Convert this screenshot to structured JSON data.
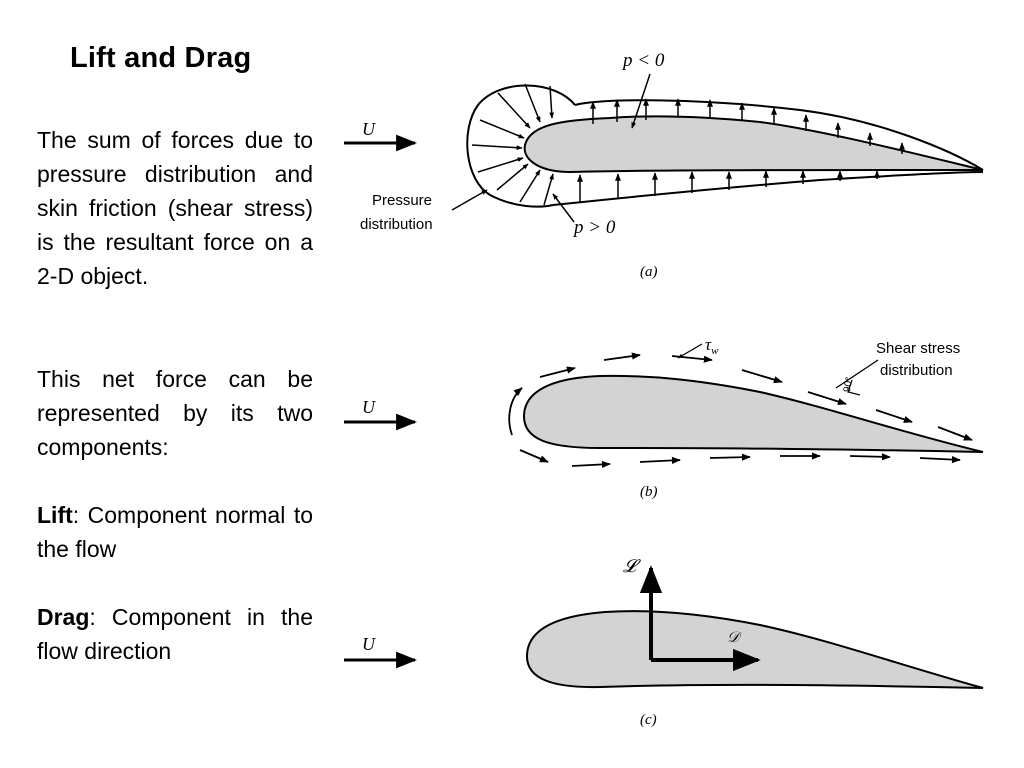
{
  "title": "Lift and Drag",
  "paragraphs": {
    "p1": "The sum of forces due to pressure distribution and skin friction (shear stress) is the resultant force on a 2-D object.",
    "p2": "This net force can be represented by its two components:",
    "lift_term": "Lift",
    "lift_def": ": Component normal to the flow",
    "drag_term": "Drag",
    "drag_def": ": Component in the flow direction"
  },
  "figure": {
    "panel_a": {
      "caption": "(a)",
      "free_stream": "U",
      "p_negative": "p < 0",
      "p_positive": "p > 0",
      "pressure_label_line1": "Pressure",
      "pressure_label_line2": "distribution"
    },
    "panel_b": {
      "caption": "(b)",
      "free_stream": "U",
      "tau": "τ",
      "tau_sub": "w",
      "shear_label_line1": "Shear stress",
      "shear_label_line2": "distribution",
      "angle_90": "90°"
    },
    "panel_c": {
      "caption": "(c)",
      "free_stream": "U",
      "lift_symbol": "𝓛",
      "drag_symbol": "𝒟"
    }
  },
  "colors": {
    "airfoil_fill": "#d3d3d3",
    "ink": "#000000"
  }
}
